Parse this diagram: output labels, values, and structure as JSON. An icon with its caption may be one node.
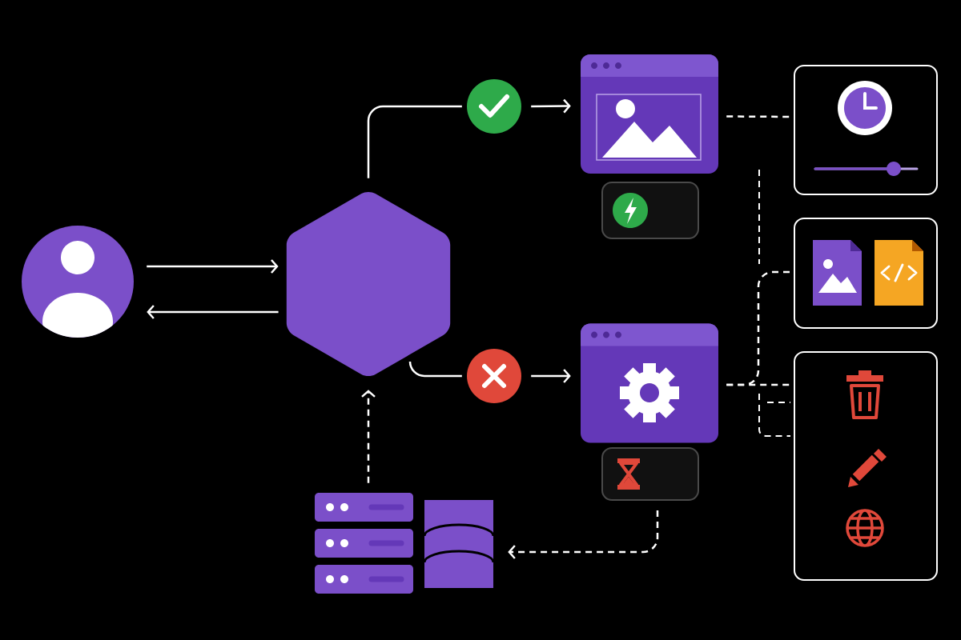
{
  "diagram": {
    "nodes": [
      {
        "text": [],
        "shape": "person"
      },
      {
        "text": [],
        "shape": "hexagon"
      },
      {
        "text": [],
        "shape": "circle"
      },
      {
        "text": [],
        "shape": "box"
      },
      {
        "text": [],
        "shape": "box"
      },
      {
        "text": [],
        "shape": "circle"
      },
      {
        "text": [],
        "shape": "box"
      },
      {
        "text": [],
        "shape": "box"
      },
      {
        "text": [],
        "shape": "server"
      },
      {
        "text": [],
        "shape": "cylinder"
      },
      {
        "text": [],
        "shape": "box"
      },
      {
        "text": [],
        "shape": "box"
      },
      {
        "text": [],
        "shape": "box"
      }
    ],
    "edges": [
      {
        "from": 0,
        "to": 1,
        "arrow": "to"
      },
      {
        "from": 1,
        "to": 0,
        "arrow": "to"
      },
      {
        "from": 1,
        "to": 2,
        "arrow": "none"
      },
      {
        "from": 2,
        "to": 3,
        "arrow": "to"
      },
      {
        "from": 1,
        "to": 5,
        "arrow": "none"
      },
      {
        "from": 5,
        "to": 6,
        "arrow": "to"
      },
      {
        "from": 8,
        "to": 1,
        "arrow": "to",
        "style": "dashed"
      },
      {
        "from": 7,
        "to": 9,
        "arrow": "to",
        "style": "dashed"
      },
      {
        "from": 3,
        "to": 10,
        "arrow": "none",
        "style": "dashed"
      },
      {
        "from": 6,
        "to": 11,
        "arrow": "none",
        "style": "dashed"
      },
      {
        "from": 6,
        "to": 12,
        "arrow": "none",
        "style": "dashed"
      }
    ]
  }
}
